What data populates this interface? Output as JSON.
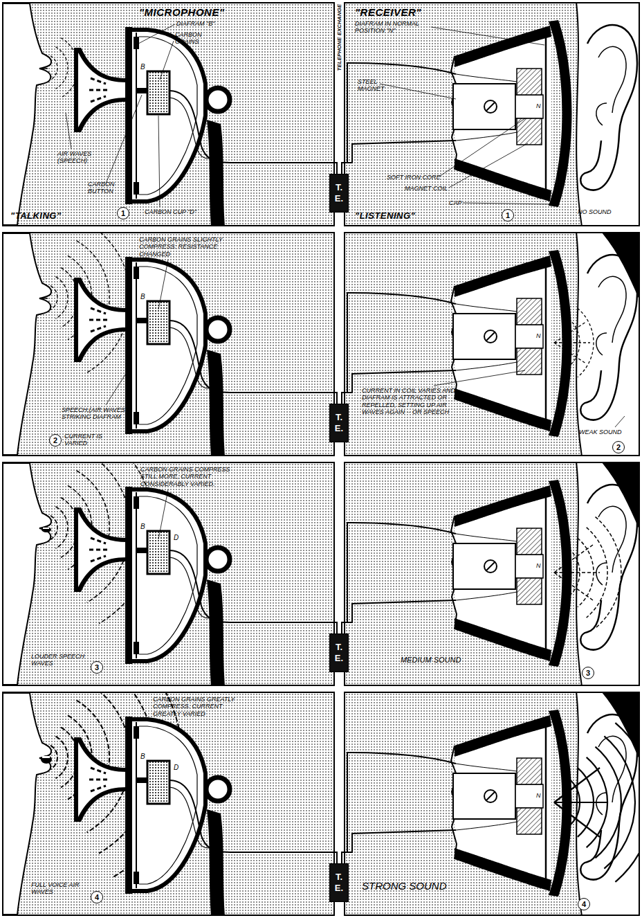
{
  "diagram": {
    "nodes": [
      {
        "text": [
          "\"MICROPHONE\"",
          "DIAFRAM \"B\"",
          "CARBON GRAINS",
          "B",
          "AIR WAVES (SPEECH)",
          "CARBON BUTTON",
          "CARBON CUP \"D\"",
          "\"TALKING\"",
          "1"
        ]
      },
      {
        "text": [
          "\"RECEIVER\"",
          "DIAFRAM IN NORMAL POSITION \"N\"",
          "STEEL MAGNET",
          "N",
          "SOFT IRON CORE",
          "MAGNET COIL",
          "CAP",
          "NO SOUND",
          "\"LISTENING\"",
          "1"
        ]
      },
      {
        "text": [
          "T. E."
        ]
      },
      {
        "text": [
          "CARBON GRAINS SLIGHTLY COMPRESS: RESISTANCE CHANGED",
          "B",
          "SPEECH,(AIR WAVES STRIKING DIAFRAM",
          "2",
          "CURRENT IS VARIED"
        ]
      },
      {
        "text": [
          "CURRENT IN COIL VARIES AND DIAFRAM IS ATTRACTED OR REPELLED, SETTING UP AIR WAVES AGAIN -- OR SPEECH",
          "N",
          "WEAK SOUND",
          "2"
        ]
      },
      {
        "text": [
          "T. E."
        ]
      },
      {
        "text": [
          "CARBON GRAINS COMPRESS STILL MORE, CURRENT CONSIDERABLY VARIED.",
          "B",
          "D",
          "LOUDER SPEECH WAVES",
          "3"
        ]
      },
      {
        "text": [
          "N",
          "MEDIUM SOUND",
          "3"
        ]
      },
      {
        "text": [
          "T. E."
        ]
      },
      {
        "text": [
          "CARBON GRAINS GREATLY COMPRESS. CURRENT GREATLY VARIED",
          "B",
          "D",
          "FULL VOICE AIR WAVES",
          "4"
        ]
      },
      {
        "text": [
          "N",
          "STRONG SOUND",
          "4"
        ]
      },
      {
        "text": [
          "T. E."
        ]
      }
    ],
    "edges": [
      {
        "from": 0,
        "to": 2,
        "arrow": "none"
      },
      {
        "from": 2,
        "to": 1,
        "arrow": "none"
      },
      {
        "from": 3,
        "to": 5,
        "arrow": "none"
      },
      {
        "from": 5,
        "to": 4,
        "arrow": "none"
      },
      {
        "from": 6,
        "to": 8,
        "arrow": "none"
      },
      {
        "from": 8,
        "to": 7,
        "arrow": "none"
      },
      {
        "from": 9,
        "to": 11,
        "arrow": "none"
      },
      {
        "from": 11,
        "to": 10,
        "arrow": "none"
      }
    ],
    "labels": [
      "TELEPHONE EXCHANGE"
    ]
  }
}
